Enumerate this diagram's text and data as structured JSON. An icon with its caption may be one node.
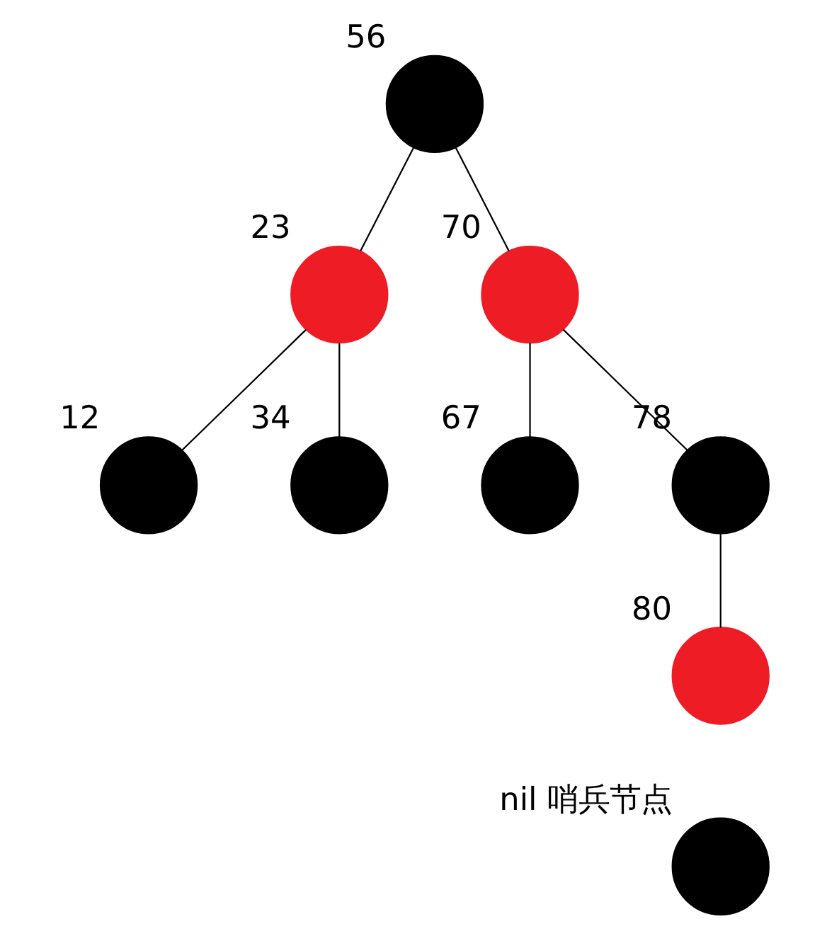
{
  "diagram": {
    "nodes": [
      {
        "text": [],
        "shape": "circle",
        "beside": [
          "56"
        ]
      },
      {
        "text": [],
        "shape": "circle",
        "beside": [
          "23"
        ]
      },
      {
        "text": [],
        "shape": "circle",
        "beside": [
          "70"
        ]
      },
      {
        "text": [],
        "shape": "circle",
        "beside": [
          "12"
        ]
      },
      {
        "text": [],
        "shape": "circle",
        "beside": [
          "34"
        ]
      },
      {
        "text": [],
        "shape": "circle",
        "beside": [
          "67"
        ]
      },
      {
        "text": [],
        "shape": "circle",
        "beside": [
          "78"
        ]
      },
      {
        "text": [],
        "shape": "circle",
        "beside": [
          "80"
        ]
      },
      {
        "text": [],
        "shape": "circle",
        "beside": [
          "nil 哨兵节点"
        ]
      }
    ],
    "edges": [
      {
        "from": 0,
        "to": 1,
        "arrow": "none"
      },
      {
        "from": 0,
        "to": 2,
        "arrow": "none"
      },
      {
        "from": 1,
        "to": 3,
        "arrow": "none"
      },
      {
        "from": 1,
        "to": 4,
        "arrow": "none"
      },
      {
        "from": 2,
        "to": 5,
        "arrow": "none"
      },
      {
        "from": 2,
        "to": 6,
        "arrow": "none"
      },
      {
        "from": 6,
        "to": 7,
        "arrow": "none"
      }
    ]
  }
}
